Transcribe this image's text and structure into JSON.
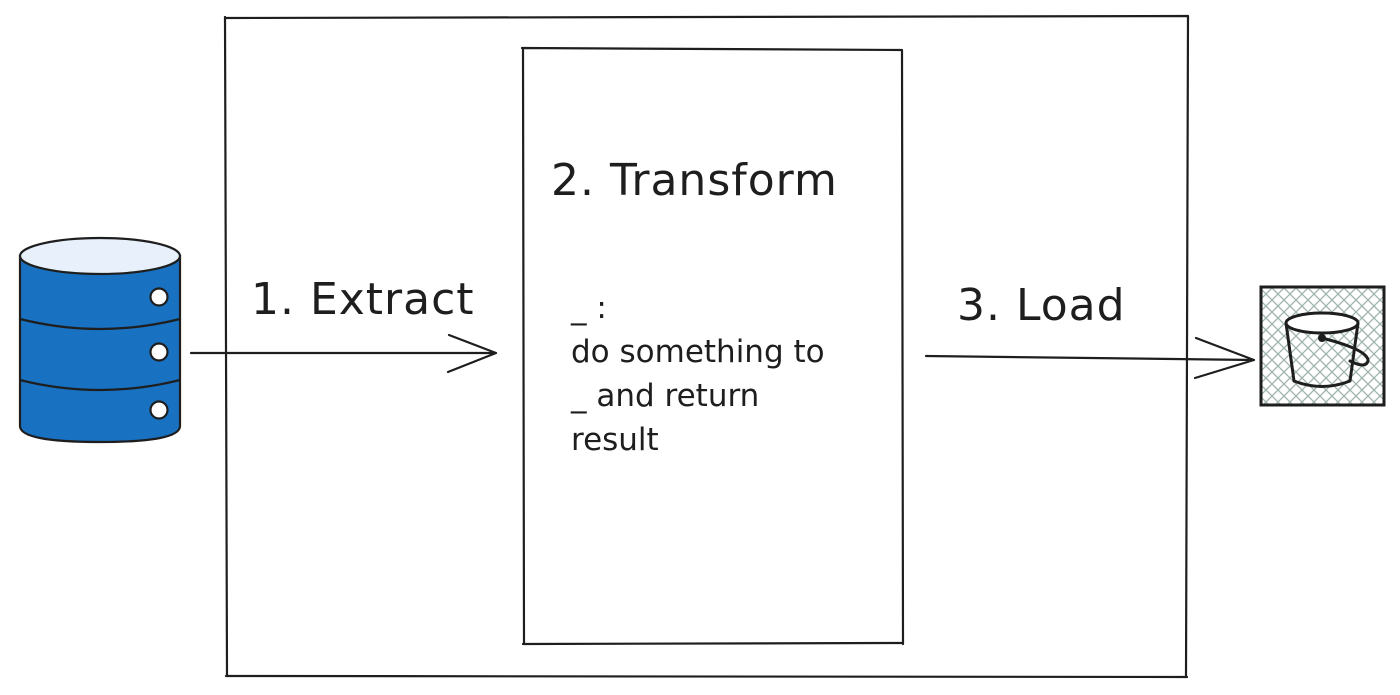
{
  "diagram": {
    "steps": {
      "extract": "1. Extract",
      "transform": "2. Transform",
      "load": "3. Load"
    },
    "transform_body": {
      "line1": "_ :",
      "line2": "do something to",
      "line3": "_ and return",
      "line4": "result"
    },
    "icons": {
      "source": "database-icon",
      "target": "bucket-icon"
    },
    "colors": {
      "database_fill": "#1971c2",
      "database_top": "#e7f0fb",
      "stroke": "#1e1e1e",
      "bucket_hatch": "#9fb3ad"
    }
  }
}
